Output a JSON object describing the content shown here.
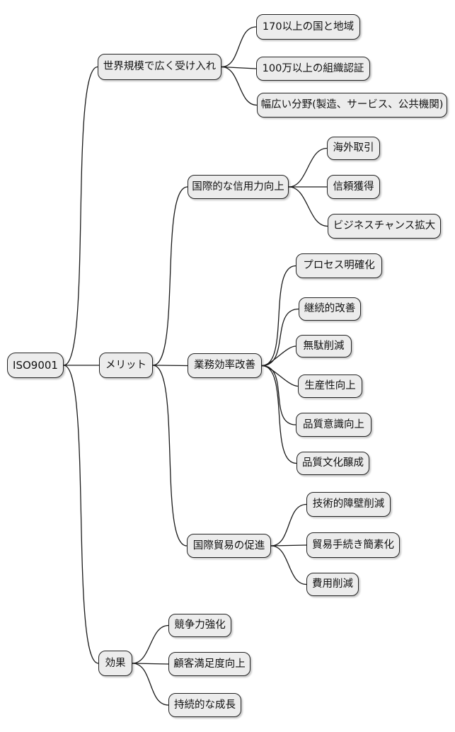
{
  "diagram": {
    "type": "mindmap",
    "orientation": "left-to-right",
    "colors": {
      "background": "#ffffff",
      "node_fill": "#ececec",
      "node_border": "#222222",
      "edge": "#1a1a1a",
      "text": "#111111"
    },
    "root": {
      "id": "root",
      "label": "ISO9001",
      "children": [
        {
          "id": "world",
          "label": "世界規模で広く受け入れ",
          "children": [
            {
              "id": "countries",
              "label": "170以上の国と地域"
            },
            {
              "id": "orgs",
              "label": "100万以上の組織認証"
            },
            {
              "id": "fields",
              "label": "幅広い分野(製造、サービス、公共機関)"
            }
          ]
        },
        {
          "id": "merit",
          "label": "メリット",
          "children": [
            {
              "id": "credit",
              "label": "国際的な信用力向上",
              "children": [
                {
                  "id": "overseas",
                  "label": "海外取引"
                },
                {
                  "id": "trust",
                  "label": "信頼獲得"
                },
                {
                  "id": "bizchance",
                  "label": "ビジネスチャンス拡大"
                }
              ]
            },
            {
              "id": "efficiency",
              "label": "業務効率改善",
              "children": [
                {
                  "id": "process",
                  "label": "プロセス明確化"
                },
                {
                  "id": "kaizen",
                  "label": "継続的改善"
                },
                {
                  "id": "muda",
                  "label": "無駄削減"
                },
                {
                  "id": "productivity",
                  "label": "生産性向上"
                },
                {
                  "id": "awareness",
                  "label": "品質意識向上"
                },
                {
                  "id": "culture",
                  "label": "品質文化醸成"
                }
              ]
            },
            {
              "id": "trade",
              "label": "国際貿易の促進",
              "children": [
                {
                  "id": "barrier",
                  "label": "技術的障壁削減"
                },
                {
                  "id": "procedure",
                  "label": "貿易手続き簡素化"
                },
                {
                  "id": "cost",
                  "label": "費用削減"
                }
              ]
            }
          ]
        },
        {
          "id": "effect",
          "label": "効果",
          "children": [
            {
              "id": "competitive",
              "label": "競争力強化"
            },
            {
              "id": "satisfaction",
              "label": "顧客満足度向上"
            },
            {
              "id": "growth",
              "label": "持続的な成長"
            }
          ]
        }
      ]
    }
  }
}
